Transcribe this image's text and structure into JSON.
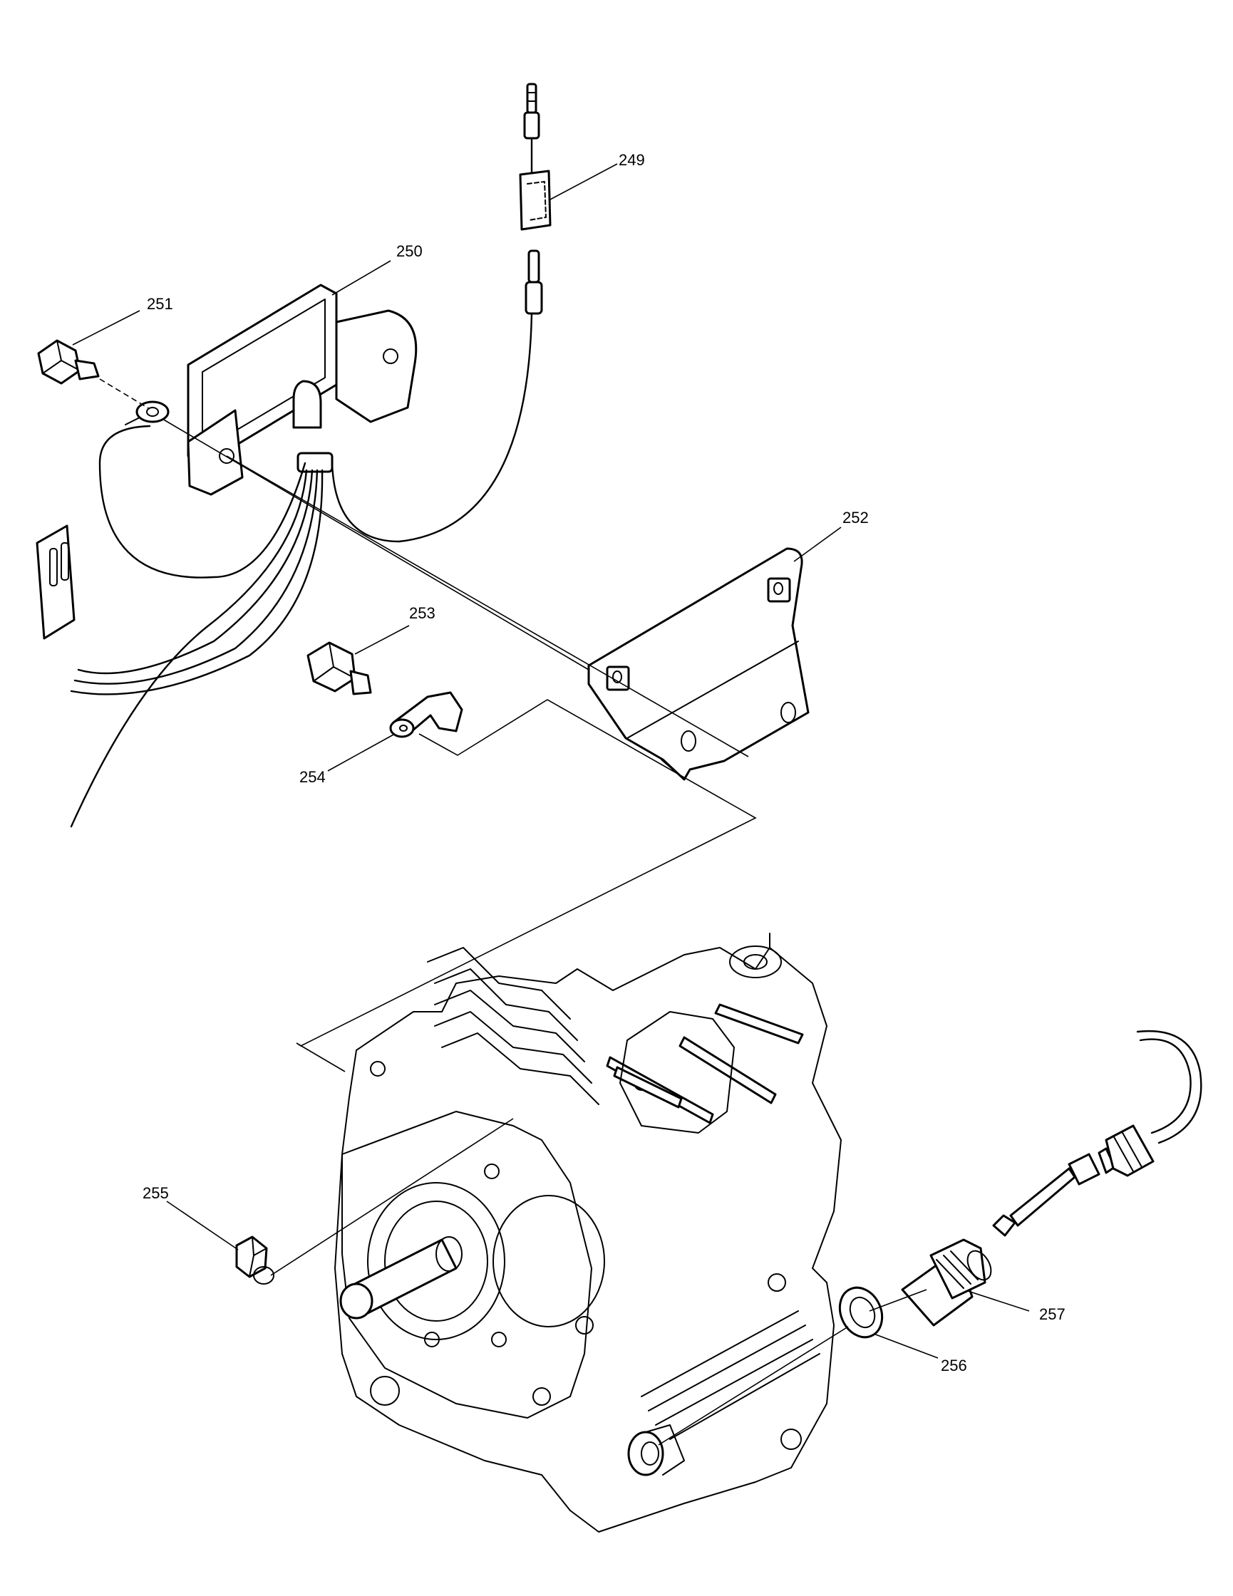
{
  "colors": {
    "line": "#000000",
    "background": "#ffffff"
  },
  "callouts": {
    "c249": "249",
    "c250": "250",
    "c251": "251",
    "c252": "252",
    "c253": "253",
    "c254": "254",
    "c255": "255",
    "c256": "256",
    "c257": "257"
  }
}
